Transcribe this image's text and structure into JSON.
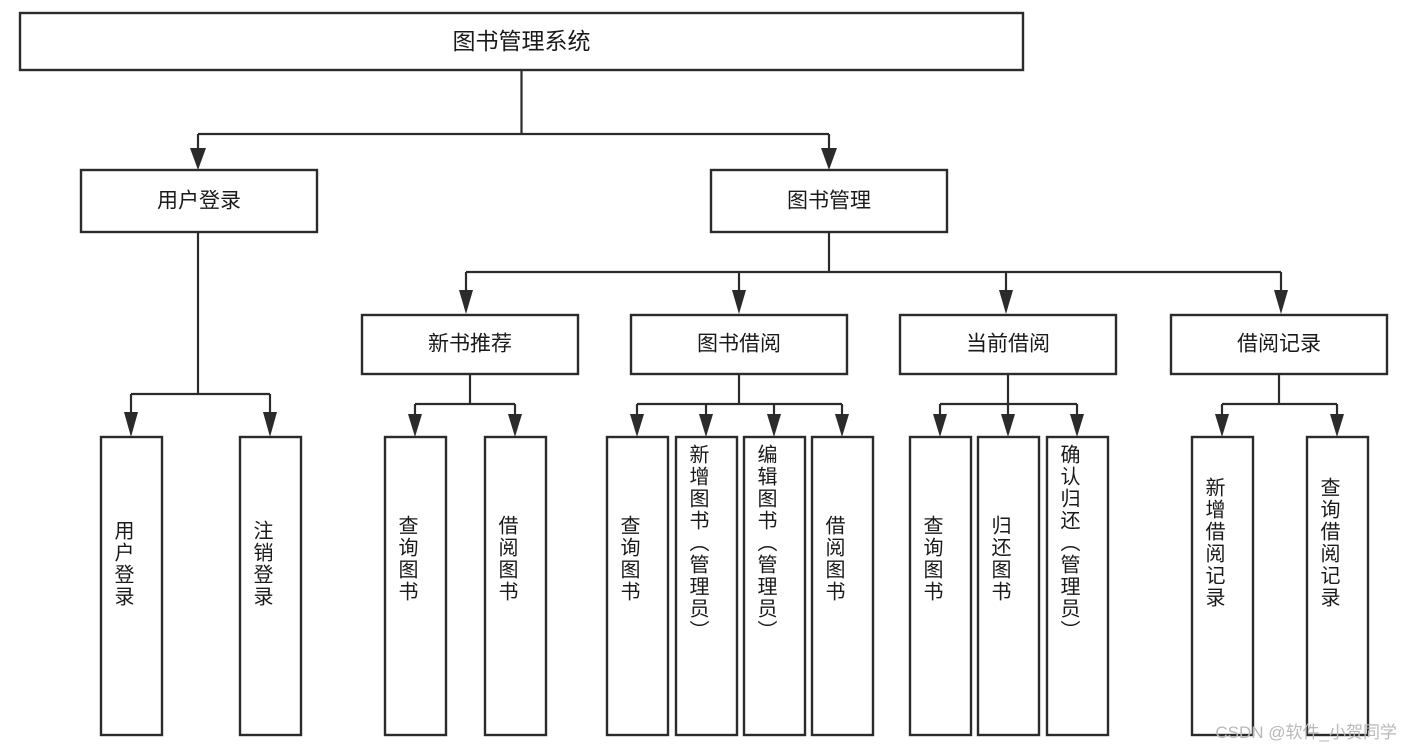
{
  "diagram": {
    "type": "tree",
    "title": "图书管理系统",
    "orientation": "top-down",
    "root": {
      "id": "root",
      "label": "图书管理系统",
      "text_direction": "horizontal"
    },
    "level2": [
      {
        "id": "user-login",
        "label": "用户登录",
        "text_direction": "horizontal"
      },
      {
        "id": "book-management",
        "label": "图书管理",
        "text_direction": "horizontal"
      }
    ],
    "level3": [
      {
        "id": "new-book-recommend",
        "label": "新书推荐",
        "text_direction": "horizontal",
        "parent": "book-management"
      },
      {
        "id": "book-borrow",
        "label": "图书借阅",
        "text_direction": "horizontal",
        "parent": "book-management"
      },
      {
        "id": "current-borrow",
        "label": "当前借阅",
        "text_direction": "horizontal",
        "parent": "book-management"
      },
      {
        "id": "borrow-record",
        "label": "借阅记录",
        "text_direction": "horizontal",
        "parent": "book-management"
      }
    ],
    "leaves": {
      "user_login": [
        {
          "id": "leaf-user-login",
          "label": "用户登录",
          "text_direction": "vertical"
        },
        {
          "id": "leaf-logout",
          "label": "注销登录",
          "text_direction": "vertical"
        }
      ],
      "new_book_recommend": [
        {
          "id": "leaf-query-book-1",
          "label": "查询图书",
          "text_direction": "vertical"
        },
        {
          "id": "leaf-borrow-book-1",
          "label": "借阅图书",
          "text_direction": "vertical"
        }
      ],
      "book_borrow": [
        {
          "id": "leaf-query-book-2",
          "label": "查询图书",
          "text_direction": "vertical"
        },
        {
          "id": "leaf-add-book",
          "label": "新增图书（管理员）",
          "text_direction": "vertical"
        },
        {
          "id": "leaf-edit-book",
          "label": "编辑图书（管理员）",
          "text_direction": "vertical"
        },
        {
          "id": "leaf-borrow-book-2",
          "label": "借阅图书",
          "text_direction": "vertical"
        }
      ],
      "current_borrow": [
        {
          "id": "leaf-query-book-3",
          "label": "查询图书",
          "text_direction": "vertical"
        },
        {
          "id": "leaf-return-book",
          "label": "归还图书",
          "text_direction": "vertical"
        },
        {
          "id": "leaf-confirm-return",
          "label": "确认归还（管理员）",
          "text_direction": "vertical"
        }
      ],
      "borrow_record": [
        {
          "id": "leaf-add-record",
          "label": "新增借阅记录",
          "text_direction": "vertical"
        },
        {
          "id": "leaf-query-record",
          "label": "查询借阅记录",
          "text_direction": "vertical"
        }
      ]
    }
  },
  "watermark": {
    "text": "CSDN @软件_小贺同学"
  },
  "colors": {
    "background": "#ffffff",
    "box_fill": "#ffffff",
    "box_stroke": "#2b2b2b",
    "connector": "#2b2b2b",
    "text": "#1a1a1a",
    "watermark": "#b9b9b9"
  }
}
